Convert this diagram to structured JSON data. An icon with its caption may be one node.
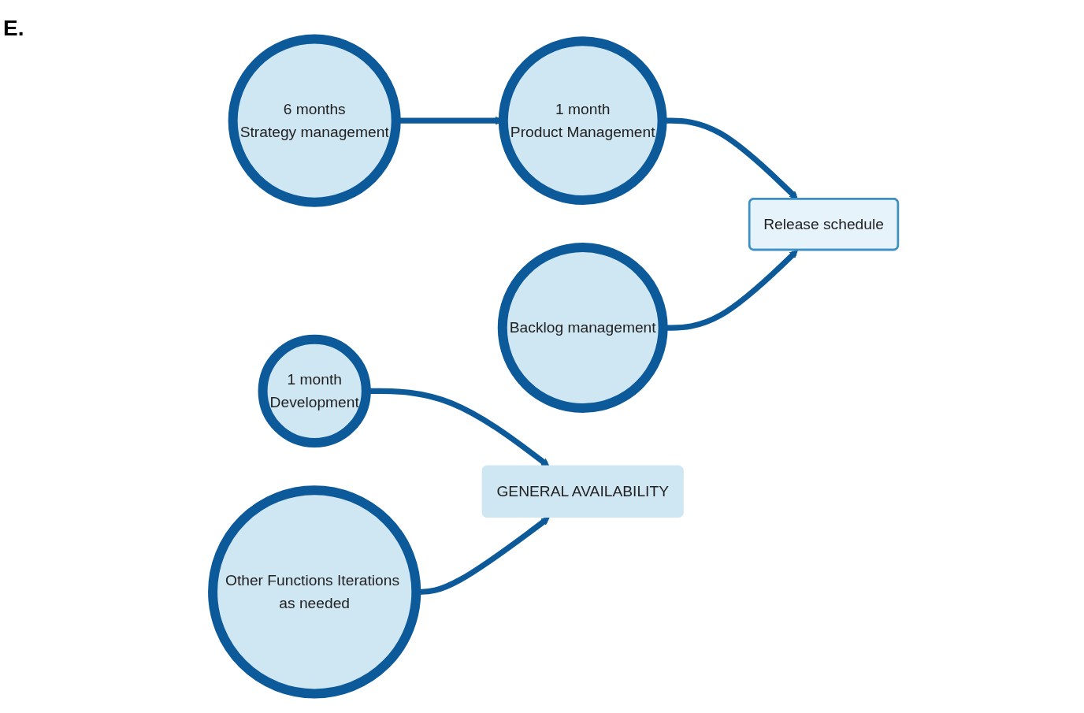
{
  "diagram": {
    "nodes": [
      {
        "text": [
          "6 months",
          "Strategy management"
        ]
      },
      {
        "text": [
          "1 month",
          "Product Management"
        ]
      },
      {
        "text": [
          "Backlog management"
        ]
      },
      {
        "text": [
          "Release schedule"
        ]
      },
      {
        "text": [
          "1 month",
          "Development"
        ]
      },
      {
        "text": [
          "Other Functions Iterations as needed"
        ]
      },
      {
        "text": [
          "GENERAL AVAILABILITY"
        ]
      }
    ],
    "edges": [
      {
        "from": 0,
        "to": 1,
        "arrow": "to"
      },
      {
        "from": 1,
        "to": 3,
        "arrow": "to"
      },
      {
        "from": 2,
        "to": 3,
        "arrow": "to"
      },
      {
        "from": 4,
        "to": 6,
        "arrow": "to"
      },
      {
        "from": 5,
        "to": 6,
        "arrow": "to"
      }
    ],
    "labels": [
      "E."
    ]
  }
}
